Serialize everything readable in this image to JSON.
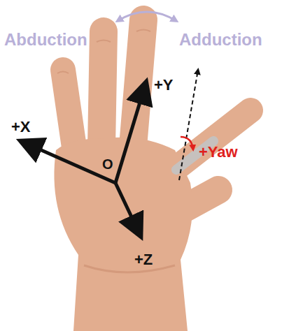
{
  "diagram": {
    "labels": [
      "Abduction",
      "Adduction",
      "+Y",
      "+X",
      "O",
      "+Z",
      "+Yaw"
    ]
  }
}
